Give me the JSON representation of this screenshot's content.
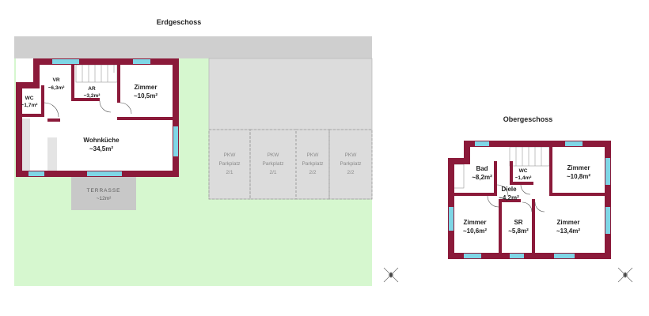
{
  "ground_floor": {
    "title": "Erdgeschoss",
    "rooms": [
      {
        "name": "VR",
        "area": "~6,3m²"
      },
      {
        "name": "WC",
        "area": "~1,7m²"
      },
      {
        "name": "AR",
        "area": "~3,2m²"
      },
      {
        "name": "Zimmer",
        "area": "~10,5m²"
      },
      {
        "name": "Wohnküche",
        "area": "~34,5m²"
      }
    ],
    "terrace": {
      "name": "TERRASSE",
      "area": "~12m²"
    },
    "parking": [
      {
        "line1": "PKW",
        "line2": "Parkplatz",
        "line3": "2/1"
      },
      {
        "line1": "PKW",
        "line2": "Parkplatz",
        "line3": "2/1"
      },
      {
        "line1": "PKW",
        "line2": "Parkplatz",
        "line3": "2/2"
      },
      {
        "line1": "PKW",
        "line2": "Parkplatz",
        "line3": "2/2"
      }
    ]
  },
  "upper_floor": {
    "title": "Obergeschoss",
    "rooms": [
      {
        "name": "Bad",
        "area": "~8,2m²"
      },
      {
        "name": "WC",
        "area": "~1,4m²"
      },
      {
        "name": "Zimmer",
        "area": "~10,8m²"
      },
      {
        "name": "Diele",
        "area": "~4,2m²"
      },
      {
        "name": "Zimmer",
        "area": "~10,6m²"
      },
      {
        "name": "SR",
        "area": "~5,8m²"
      },
      {
        "name": "Zimmer",
        "area": "~13,4m²"
      }
    ]
  },
  "colors": {
    "wall": "#8b1a3a",
    "window": "#7fd6e6",
    "garden": "#d6f7cf",
    "pavement": "#cfcfcf",
    "terrace": "#c8c8c8"
  },
  "icons": [
    "compass-icon",
    "compass-icon"
  ]
}
